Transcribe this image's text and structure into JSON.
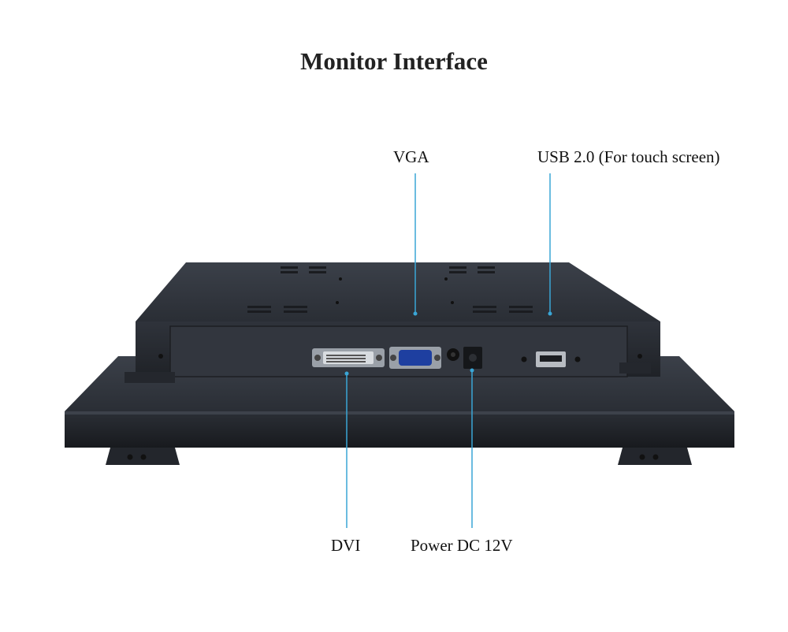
{
  "title": "Monitor Interface",
  "labels": {
    "vga": "VGA",
    "usb": "USB 2.0 (For touch screen)",
    "dvi": "DVI",
    "power": "Power DC 12V"
  },
  "colors": {
    "leader_line": "#3aa6d6",
    "chassis": "#2c3038",
    "panel": "#353a44",
    "vga_port": "#1e3fa0"
  }
}
